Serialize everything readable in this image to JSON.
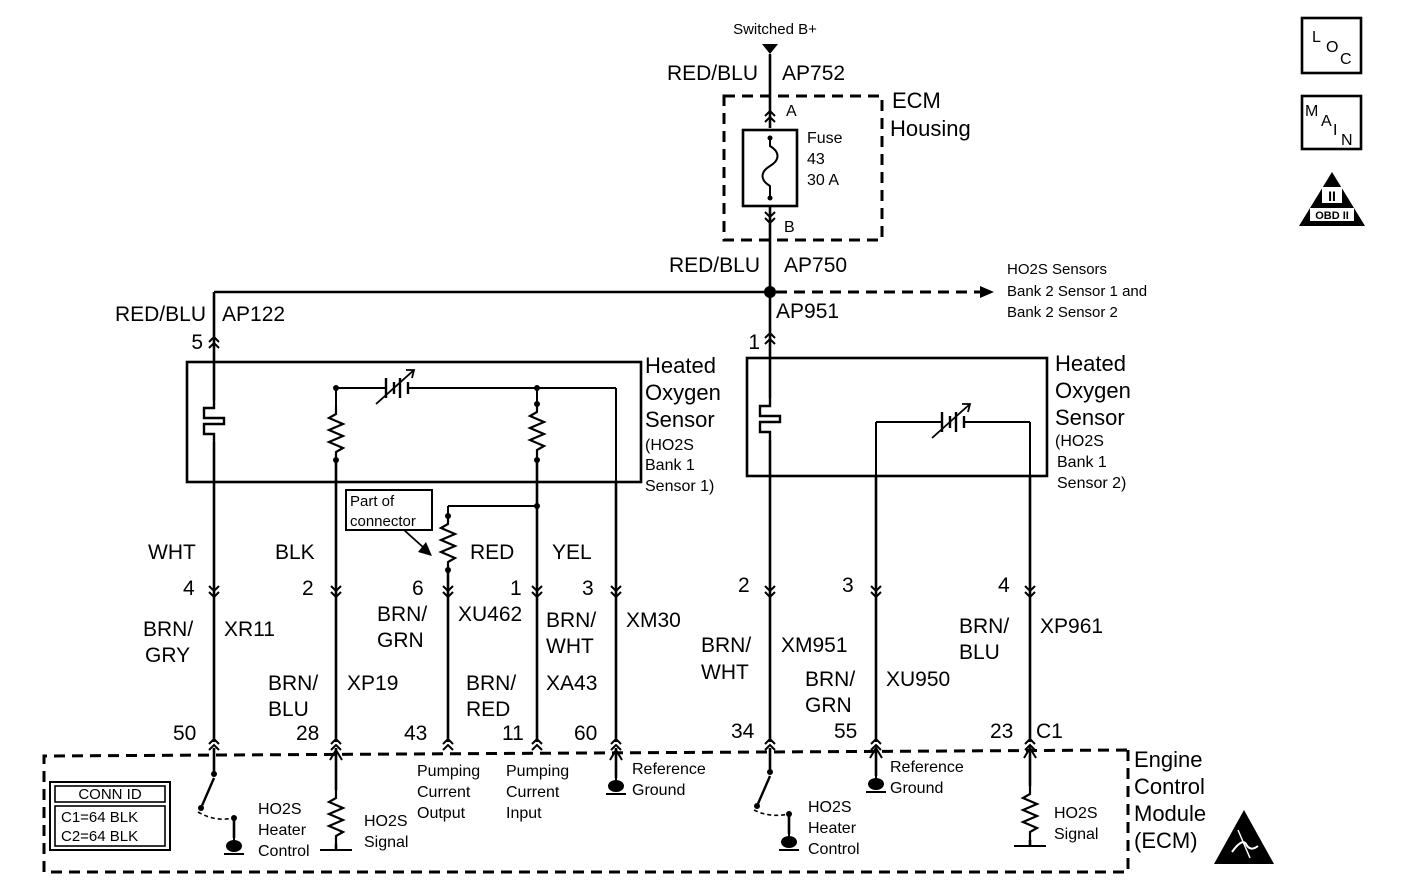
{
  "top": {
    "source": "Switched B+",
    "color_ap752": "RED/BLU",
    "circuit_ap752": "AP752",
    "ecm_housing": [
      "ECM",
      "Housing"
    ],
    "pin_a": "A",
    "pin_b": "B",
    "fuse": [
      "Fuse",
      "43",
      "30 A"
    ],
    "color_ap750": "RED/BLU",
    "circuit_ap750": "AP750",
    "other_sensors": [
      "HO2S Sensors",
      "Bank 2 Sensor 1 and",
      "Bank 2 Sensor 2"
    ]
  },
  "left_feed": {
    "color": "RED/BLU",
    "circuit": "AP122",
    "pin": "5"
  },
  "right_feed": {
    "circuit": "AP951",
    "pin": "1"
  },
  "sensor1": {
    "title": [
      "Heated",
      "Oxygen",
      "Sensor"
    ],
    "sub": [
      "(HO2S",
      "Bank 1",
      "Sensor 1)"
    ],
    "part_of_connector": [
      "Part of",
      "connector"
    ],
    "wire_colors": [
      "WHT",
      "BLK",
      "RED",
      "YEL"
    ],
    "pins": [
      "4",
      "2",
      "6",
      "1",
      "3"
    ]
  },
  "sensor2": {
    "title": [
      "Heated",
      "Oxygen",
      "Sensor"
    ],
    "sub": [
      "(HO2S",
      "Bank 1",
      "Sensor 2)"
    ],
    "pins": [
      "2",
      "3",
      "4"
    ]
  },
  "harness": {
    "w1": {
      "color": [
        "BRN/",
        "GRY"
      ],
      "circuit": "XR11"
    },
    "w2": {
      "color": [
        "BRN/",
        "BLU"
      ],
      "circuit": "XP19"
    },
    "w3": {
      "color": [
        "BRN/",
        "GRN"
      ],
      "circuit": "XU462"
    },
    "w4": {
      "color": [
        "BRN/",
        "RED"
      ],
      "circuit": "XA43"
    },
    "w5": {
      "color": [
        "BRN/",
        "WHT"
      ],
      "circuit": "XM30"
    },
    "w6": {
      "color": [
        "BRN/",
        "WHT"
      ],
      "circuit": "XM951"
    },
    "w7": {
      "color": [
        "BRN/",
        "GRN"
      ],
      "circuit": "XU950"
    },
    "w8": {
      "color": [
        "BRN/",
        "BLU"
      ],
      "circuit": "XP961"
    }
  },
  "ecm_pins": [
    "50",
    "28",
    "43",
    "11",
    "60",
    "34",
    "55",
    "23"
  ],
  "ecm_connector": "C1",
  "ecm": {
    "title": [
      "Engine",
      "Control",
      "Module",
      "(ECM)"
    ],
    "conn_id": {
      "header": "CONN ID",
      "rows": [
        "C1=64 BLK",
        "C2=64 BLK"
      ]
    },
    "heater_control_1": [
      "HO2S",
      "Heater",
      "Control"
    ],
    "signal_1": [
      "HO2S",
      "Signal"
    ],
    "pumping_output": [
      "Pumping",
      "Current",
      "Output"
    ],
    "pumping_input": [
      "Pumping",
      "Current",
      "Input"
    ],
    "ref_ground_1": [
      "Reference",
      "Ground"
    ],
    "heater_control_2": [
      "HO2S",
      "Heater",
      "Control"
    ],
    "ref_ground_2": [
      "Reference",
      "Ground"
    ],
    "signal_2": [
      "HO2S",
      "Signal"
    ]
  },
  "icons": {
    "loc": [
      "L",
      "O",
      "C"
    ],
    "main": [
      "M",
      "A",
      "I",
      "N"
    ],
    "obd": {
      "numeral": "II",
      "label": "OBD II"
    }
  }
}
